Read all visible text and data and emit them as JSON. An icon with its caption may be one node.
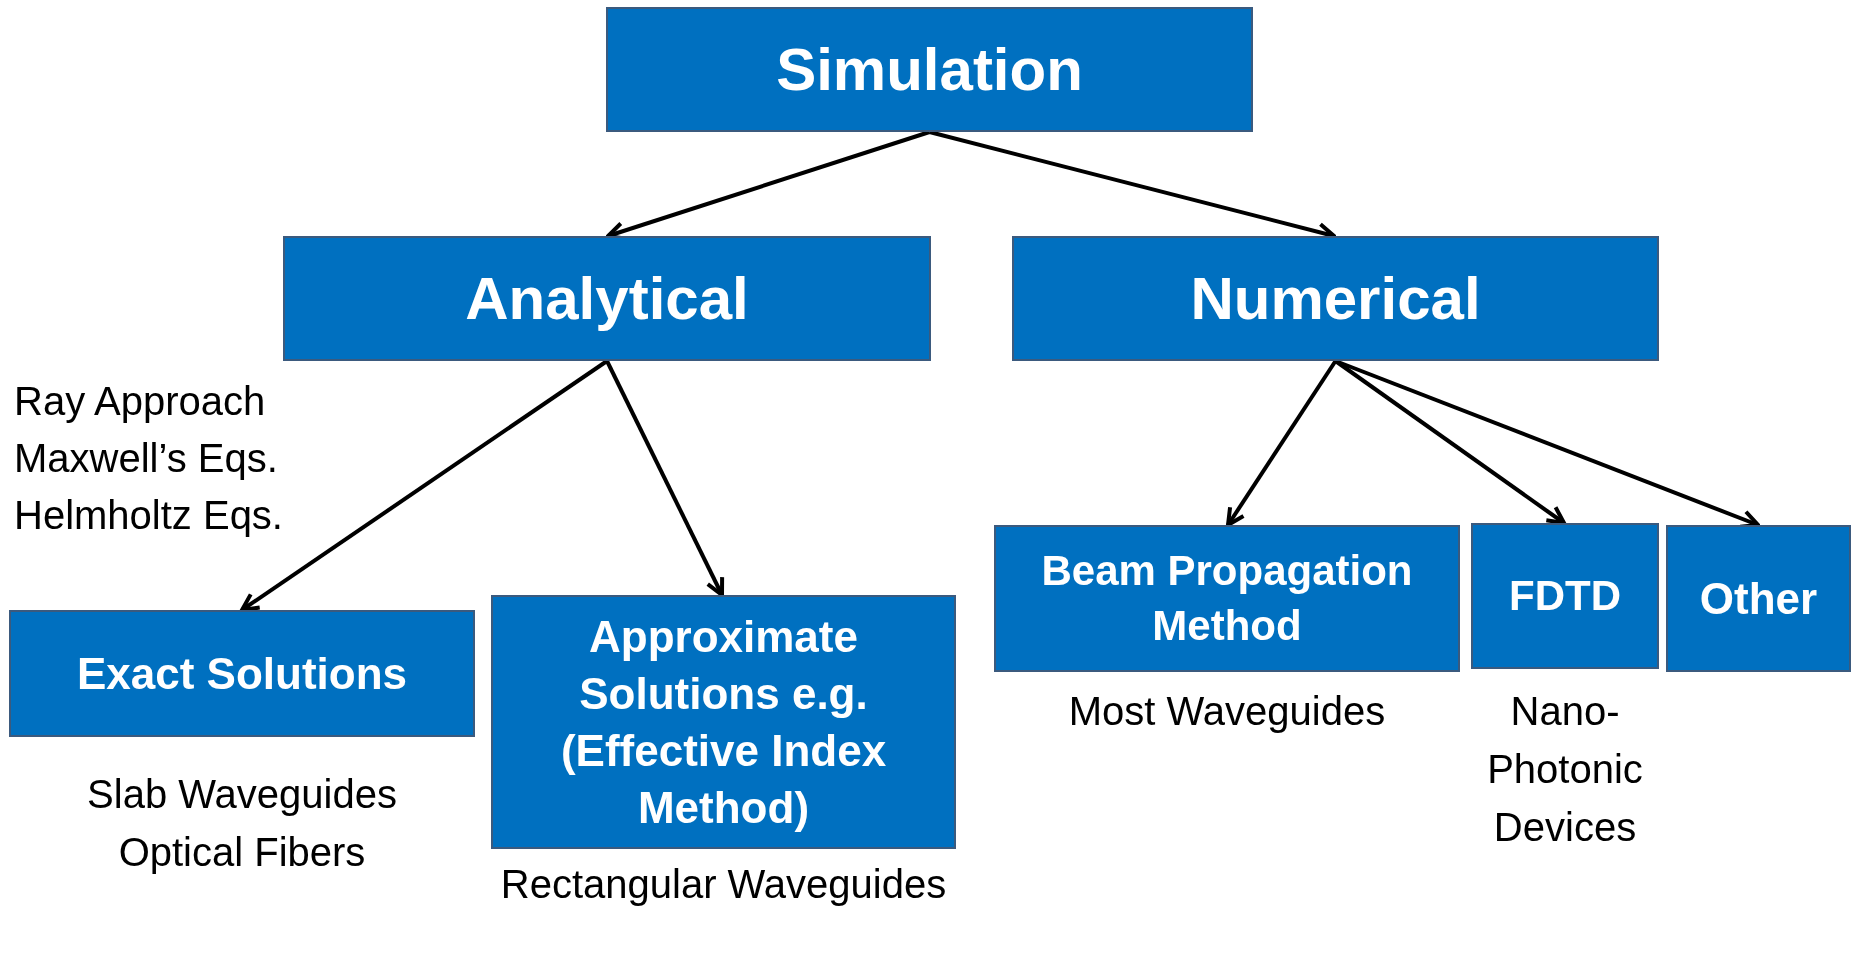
{
  "diagram": {
    "nodes": [
      {
        "text": [
          "Simulation"
        ]
      },
      {
        "text": [
          "Analytical"
        ]
      },
      {
        "text": [
          "Numerical"
        ]
      },
      {
        "text": [
          "Exact Solutions"
        ],
        "beside": [
          "Slab Waveguides",
          "Optical Fibers"
        ]
      },
      {
        "text": [
          "Approximate Solutions e.g. (Effective Index Method)"
        ],
        "beside": [
          "Rectangular Waveguides"
        ]
      },
      {
        "text": [
          "Beam Propagation Method"
        ],
        "beside": [
          "Most Waveguides"
        ]
      },
      {
        "text": [
          "FDTD"
        ],
        "beside": [
          "Nano-Photonic Devices"
        ]
      },
      {
        "text": [
          "Other"
        ]
      }
    ],
    "edges": [
      {
        "from": 0,
        "to": 1,
        "arrow": "to"
      },
      {
        "from": 0,
        "to": 2,
        "arrow": "to"
      },
      {
        "from": 1,
        "to": 3,
        "arrow": "to"
      },
      {
        "from": 1,
        "to": 4,
        "arrow": "to"
      },
      {
        "from": 2,
        "to": 5,
        "arrow": "to"
      },
      {
        "from": 2,
        "to": 6,
        "arrow": "to"
      },
      {
        "from": 2,
        "to": 7,
        "arrow": "to"
      }
    ],
    "labels": [
      "Ray Approach",
      "Maxwell’s Eqs.",
      "Helmholtz Eqs."
    ]
  }
}
